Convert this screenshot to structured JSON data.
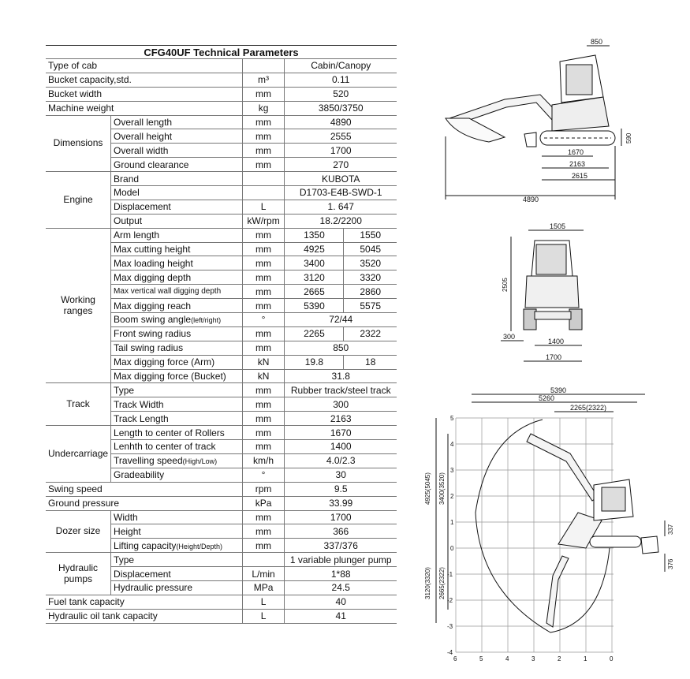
{
  "title": "CFG40UF Technical Parameters",
  "rows": [
    {
      "label": "Type of cab",
      "unit": "",
      "value": "Cabin/Canopy"
    },
    {
      "label": "Bucket capacity,std.",
      "unit": "m³",
      "value": "0.11"
    },
    {
      "label": "Bucket width",
      "unit": "mm",
      "value": "520"
    },
    {
      "label": "Machine weight",
      "unit": "kg",
      "value": "3850/3750"
    }
  ],
  "groups": {
    "dimensions": {
      "name": "Dimensions",
      "rows": [
        {
          "label": "Overall length",
          "unit": "mm",
          "value": "4890"
        },
        {
          "label": "Overall height",
          "unit": "mm",
          "value": "2555"
        },
        {
          "label": "Overall width",
          "unit": "mm",
          "value": "1700"
        },
        {
          "label": "Ground clearance",
          "unit": "mm",
          "value": "270"
        }
      ]
    },
    "engine": {
      "name": "Engine",
      "rows": [
        {
          "label": "Brand",
          "unit": "",
          "value": "KUBOTA"
        },
        {
          "label": "Model",
          "unit": "",
          "value": "D1703-E4B-SWD-1"
        },
        {
          "label": "Displacement",
          "unit": "L",
          "value": "1. 647"
        },
        {
          "label": "Output",
          "unit": "kW/rpm",
          "value": "18.2/2200"
        }
      ]
    },
    "working": {
      "name": "Working ranges",
      "rows": [
        {
          "label": "Arm length",
          "unit": "mm",
          "a": "1350",
          "b": "1550"
        },
        {
          "label": "Max cutting height",
          "unit": "mm",
          "a": "4925",
          "b": "5045"
        },
        {
          "label": "Max loading height",
          "unit": "mm",
          "a": "3400",
          "b": "3520"
        },
        {
          "label": "Max digging depth",
          "unit": "mm",
          "a": "3120",
          "b": "3320"
        },
        {
          "label": "Max vertical wall digging depth",
          "unit": "mm",
          "a": "2665",
          "b": "2860"
        },
        {
          "label": "Max digging reach",
          "unit": "mm",
          "a": "5390",
          "b": "5575"
        },
        {
          "label": "Boom swing angle",
          "label_suffix": "(left/right)",
          "unit": "°",
          "value": "72/44"
        },
        {
          "label": "Front swing radius",
          "unit": "mm",
          "a": "2265",
          "b": "2322"
        },
        {
          "label": "Tail swing radius",
          "unit": "mm",
          "value": "850"
        },
        {
          "label": "Max digging force (Arm)",
          "unit": "kN",
          "a": "19.8",
          "b": "18"
        },
        {
          "label": "Max digging force (Bucket)",
          "unit": "kN",
          "value": "31.8"
        }
      ]
    },
    "track": {
      "name": "Track",
      "rows": [
        {
          "label": "Type",
          "unit": "mm",
          "value": "Rubber track/steel track"
        },
        {
          "label": "Track Width",
          "unit": "mm",
          "value": "300"
        },
        {
          "label": "Track Length",
          "unit": "mm",
          "value": "2163"
        }
      ]
    },
    "undercarriage": {
      "name": "Undercarriage",
      "rows": [
        {
          "label": "Length to center of Rollers",
          "unit": "mm",
          "value": "1670"
        },
        {
          "label": "Lenhth to center of track",
          "unit": "mm",
          "value": "1400"
        },
        {
          "label": "Travelling speed",
          "label_suffix": "(High/Low)",
          "unit": "km/h",
          "value": "4.0/2.3"
        },
        {
          "label": "Gradeability",
          "unit": "°",
          "value": "30"
        }
      ]
    },
    "swing": {
      "label": "Swing speed",
      "unit": "rpm",
      "value": "9.5"
    },
    "ground": {
      "label": "Ground pressure",
      "unit": "kPa",
      "value": "33.99"
    },
    "dozer": {
      "name": "Dozer size",
      "rows": [
        {
          "label": "Width",
          "unit": "mm",
          "value": "1700"
        },
        {
          "label": "Height",
          "unit": "mm",
          "value": "366"
        },
        {
          "label": "Lifting capacity",
          "label_suffix": "(Height/Depth)",
          "unit": "mm",
          "value": "337/376"
        }
      ]
    },
    "hydraulic": {
      "name": "Hydraulic pumps",
      "rows": [
        {
          "label": "Type",
          "unit": "",
          "value": "1 variable plunger pump"
        },
        {
          "label": "Displacement",
          "unit": "L/min",
          "value": "1*88"
        },
        {
          "label": "Hydraulic pressure",
          "unit": "MPa",
          "value": "24.5"
        }
      ]
    },
    "fuel": {
      "label": "Fuel tank capacity",
      "unit": "L",
      "value": "40"
    },
    "oil": {
      "label": "Hydraulic oil tank capacity",
      "unit": "L",
      "value": "41"
    }
  },
  "side_view": {
    "dims": [
      "850",
      "590",
      "1670",
      "2163",
      "2615",
      "4890"
    ]
  },
  "front_view": {
    "dims": [
      "1505",
      "2505",
      "300",
      "1400",
      "1700"
    ]
  },
  "range_view": {
    "top_dims": [
      "5390",
      "5260",
      "2265(2322)"
    ],
    "left_dims": [
      "4925(5045)",
      "3400(3520)",
      "3120(3320)",
      "2665(2322)"
    ],
    "right_dims": [
      "337",
      "376"
    ],
    "y_ticks": [
      "5",
      "4",
      "3",
      "2",
      "1",
      "0",
      "-1",
      "-2",
      "-3",
      "-4"
    ],
    "x_ticks": [
      "6",
      "5",
      "4",
      "3",
      "2",
      "1",
      "0"
    ]
  }
}
